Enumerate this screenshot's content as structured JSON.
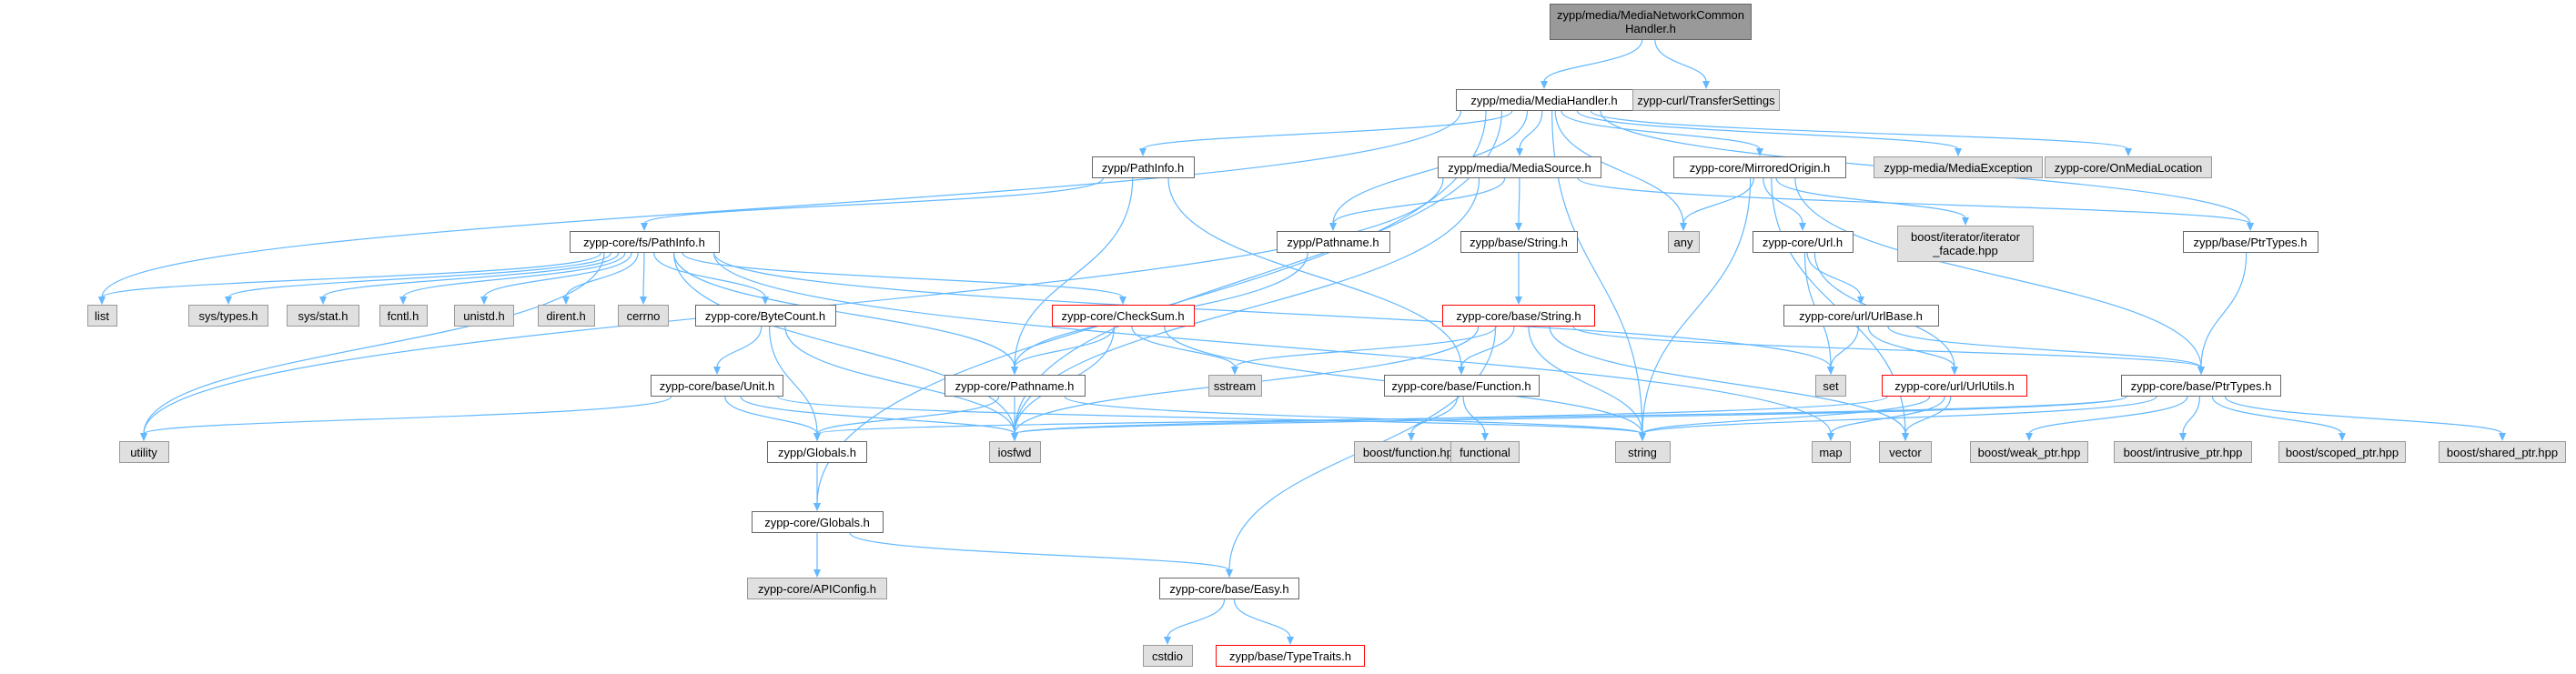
{
  "graph": {
    "colors": {
      "edge": "#63b8ff",
      "root_fill": "#999999",
      "system_fill": "#e0e0e0",
      "file_fill": "#ffffff",
      "truncated_border": "#ff0000"
    },
    "nodes": [
      {
        "id": "root",
        "label": "zypp/media/MediaNetworkCommon\nHandler.h",
        "kind": "root"
      },
      {
        "id": "mediahandler",
        "label": "zypp/media/MediaHandler.h",
        "kind": "file"
      },
      {
        "id": "transfersettings",
        "label": "zypp-curl/TransferSettings",
        "kind": "sys"
      },
      {
        "id": "pathinfo",
        "label": "zypp/PathInfo.h",
        "kind": "file"
      },
      {
        "id": "mediasource",
        "label": "zypp/media/MediaSource.h",
        "kind": "file"
      },
      {
        "id": "mirroredorigin",
        "label": "zypp-core/MirroredOrigin.h",
        "kind": "file"
      },
      {
        "id": "mediaexception",
        "label": "zypp-media/MediaException",
        "kind": "sys"
      },
      {
        "id": "onmedialocation",
        "label": "zypp-core/OnMediaLocation",
        "kind": "sys"
      },
      {
        "id": "fspathinfo",
        "label": "zypp-core/fs/PathInfo.h",
        "kind": "file"
      },
      {
        "id": "pathname",
        "label": "zypp/Pathname.h",
        "kind": "file"
      },
      {
        "id": "basestring",
        "label": "zypp/base/String.h",
        "kind": "file"
      },
      {
        "id": "any",
        "label": "any",
        "kind": "sys"
      },
      {
        "id": "url",
        "label": "zypp-core/Url.h",
        "kind": "file"
      },
      {
        "id": "iterfacade",
        "label": "boost/iterator/iterator\n_facade.hpp",
        "kind": "sys"
      },
      {
        "id": "baseptrtypes",
        "label": "zypp/base/PtrTypes.h",
        "kind": "file"
      },
      {
        "id": "list",
        "label": "list",
        "kind": "sys"
      },
      {
        "id": "systypes",
        "label": "sys/types.h",
        "kind": "sys"
      },
      {
        "id": "sysstat",
        "label": "sys/stat.h",
        "kind": "sys"
      },
      {
        "id": "fcntl",
        "label": "fcntl.h",
        "kind": "sys"
      },
      {
        "id": "unistd",
        "label": "unistd.h",
        "kind": "sys"
      },
      {
        "id": "dirent",
        "label": "dirent.h",
        "kind": "sys"
      },
      {
        "id": "cerrno",
        "label": "cerrno",
        "kind": "sys"
      },
      {
        "id": "bytecount",
        "label": "zypp-core/ByteCount.h",
        "kind": "file"
      },
      {
        "id": "checksum",
        "label": "zypp-core/CheckSum.h",
        "kind": "trunc"
      },
      {
        "id": "corestring",
        "label": "zypp-core/base/String.h",
        "kind": "trunc"
      },
      {
        "id": "urlbase",
        "label": "zypp-core/url/UrlBase.h",
        "kind": "file"
      },
      {
        "id": "unit",
        "label": "zypp-core/base/Unit.h",
        "kind": "file"
      },
      {
        "id": "sstream",
        "label": "sstream",
        "kind": "sys"
      },
      {
        "id": "corepathname",
        "label": "zypp-core/Pathname.h",
        "kind": "file"
      },
      {
        "id": "function",
        "label": "zypp-core/base/Function.h",
        "kind": "file"
      },
      {
        "id": "set",
        "label": "set",
        "kind": "sys"
      },
      {
        "id": "urlutils",
        "label": "zypp-core/url/UrlUtils.h",
        "kind": "trunc"
      },
      {
        "id": "coreptrtypes",
        "label": "zypp-core/base/PtrTypes.h",
        "kind": "file"
      },
      {
        "id": "utility",
        "label": "utility",
        "kind": "sys"
      },
      {
        "id": "globals",
        "label": "zypp/Globals.h",
        "kind": "file"
      },
      {
        "id": "iosfwd",
        "label": "iosfwd",
        "kind": "sys"
      },
      {
        "id": "boostfunction",
        "label": "boost/function.hpp",
        "kind": "sys"
      },
      {
        "id": "functional",
        "label": "functional",
        "kind": "sys"
      },
      {
        "id": "string",
        "label": "string",
        "kind": "sys"
      },
      {
        "id": "map",
        "label": "map",
        "kind": "sys"
      },
      {
        "id": "vector",
        "label": "vector",
        "kind": "sys"
      },
      {
        "id": "weakptr",
        "label": "boost/weak_ptr.hpp",
        "kind": "sys"
      },
      {
        "id": "intrusiveptr",
        "label": "boost/intrusive_ptr.hpp",
        "kind": "sys"
      },
      {
        "id": "scopedptr",
        "label": "boost/scoped_ptr.hpp",
        "kind": "sys"
      },
      {
        "id": "sharedptr",
        "label": "boost/shared_ptr.hpp",
        "kind": "sys"
      },
      {
        "id": "coreglobals",
        "label": "zypp-core/Globals.h",
        "kind": "file"
      },
      {
        "id": "apiconfig",
        "label": "zypp-core/APIConfig.h",
        "kind": "sys"
      },
      {
        "id": "easy",
        "label": "zypp-core/base/Easy.h",
        "kind": "file"
      },
      {
        "id": "cstdio",
        "label": "cstdio",
        "kind": "sys"
      },
      {
        "id": "typetraits",
        "label": "zypp/base/TypeTraits.h",
        "kind": "trunc"
      }
    ],
    "edges": [
      [
        "root",
        "mediahandler"
      ],
      [
        "root",
        "transfersettings"
      ],
      [
        "mediahandler",
        "pathinfo"
      ],
      [
        "mediahandler",
        "mediasource"
      ],
      [
        "mediahandler",
        "mirroredorigin"
      ],
      [
        "mediahandler",
        "mediaexception"
      ],
      [
        "mediahandler",
        "onmedialocation"
      ],
      [
        "mediahandler",
        "any"
      ],
      [
        "mediahandler",
        "baseptrtypes"
      ],
      [
        "mediahandler",
        "pathname"
      ],
      [
        "mediahandler",
        "string"
      ],
      [
        "mediahandler",
        "list"
      ],
      [
        "mediahandler",
        "iosfwd"
      ],
      [
        "mediahandler",
        "coreglobals"
      ],
      [
        "pathinfo",
        "fspathinfo"
      ],
      [
        "pathinfo",
        "corepathname"
      ],
      [
        "pathinfo",
        "function"
      ],
      [
        "mediasource",
        "pathname"
      ],
      [
        "mediasource",
        "basestring"
      ],
      [
        "mediasource",
        "iosfwd"
      ],
      [
        "mediasource",
        "utility"
      ],
      [
        "mediasource",
        "baseptrtypes"
      ],
      [
        "mirroredorigin",
        "any"
      ],
      [
        "mirroredorigin",
        "url"
      ],
      [
        "mirroredorigin",
        "iterfacade"
      ],
      [
        "mirroredorigin",
        "coreptrtypes"
      ],
      [
        "mirroredorigin",
        "string"
      ],
      [
        "mirroredorigin",
        "vector"
      ],
      [
        "fspathinfo",
        "list"
      ],
      [
        "fspathinfo",
        "systypes"
      ],
      [
        "fspathinfo",
        "sysstat"
      ],
      [
        "fspathinfo",
        "fcntl"
      ],
      [
        "fspathinfo",
        "unistd"
      ],
      [
        "fspathinfo",
        "dirent"
      ],
      [
        "fspathinfo",
        "cerrno"
      ],
      [
        "fspathinfo",
        "bytecount"
      ],
      [
        "fspathinfo",
        "checksum"
      ],
      [
        "fspathinfo",
        "corepathname"
      ],
      [
        "fspathinfo",
        "iosfwd"
      ],
      [
        "fspathinfo",
        "set"
      ],
      [
        "fspathinfo",
        "map"
      ],
      [
        "fspathinfo",
        "utility"
      ],
      [
        "pathname",
        "corepathname"
      ],
      [
        "basestring",
        "corestring"
      ],
      [
        "url",
        "urlbase"
      ],
      [
        "url",
        "set"
      ],
      [
        "url",
        "urlutils"
      ],
      [
        "bytecount",
        "unit"
      ],
      [
        "bytecount",
        "globals"
      ],
      [
        "bytecount",
        "iosfwd"
      ],
      [
        "checksum",
        "corepathname"
      ],
      [
        "checksum",
        "sstream"
      ],
      [
        "checksum",
        "iosfwd"
      ],
      [
        "checksum",
        "string"
      ],
      [
        "corestring",
        "function"
      ],
      [
        "corestring",
        "sstream"
      ],
      [
        "corestring",
        "string"
      ],
      [
        "corestring",
        "iosfwd"
      ],
      [
        "corestring",
        "coreptrtypes"
      ],
      [
        "corestring",
        "vector"
      ],
      [
        "corestring",
        "easy"
      ],
      [
        "urlbase",
        "urlutils"
      ],
      [
        "urlbase",
        "coreptrtypes"
      ],
      [
        "urlbase",
        "set"
      ],
      [
        "unit",
        "utility"
      ],
      [
        "unit",
        "globals"
      ],
      [
        "unit",
        "iosfwd"
      ],
      [
        "unit",
        "string"
      ],
      [
        "corepathname",
        "globals"
      ],
      [
        "corepathname",
        "iosfwd"
      ],
      [
        "corepathname",
        "string"
      ],
      [
        "function",
        "boostfunction"
      ],
      [
        "function",
        "functional"
      ],
      [
        "urlutils",
        "string"
      ],
      [
        "urlutils",
        "vector"
      ],
      [
        "urlutils",
        "map"
      ],
      [
        "urlutils",
        "iosfwd"
      ],
      [
        "baseptrtypes",
        "coreptrtypes"
      ],
      [
        "coreptrtypes",
        "string"
      ],
      [
        "coreptrtypes",
        "iosfwd"
      ],
      [
        "coreptrtypes",
        "weakptr"
      ],
      [
        "coreptrtypes",
        "intrusiveptr"
      ],
      [
        "coreptrtypes",
        "scopedptr"
      ],
      [
        "coreptrtypes",
        "sharedptr"
      ],
      [
        "coreptrtypes",
        "globals"
      ],
      [
        "globals",
        "coreglobals"
      ],
      [
        "coreglobals",
        "apiconfig"
      ],
      [
        "coreglobals",
        "easy"
      ],
      [
        "easy",
        "cstdio"
      ],
      [
        "easy",
        "typetraits"
      ]
    ]
  }
}
